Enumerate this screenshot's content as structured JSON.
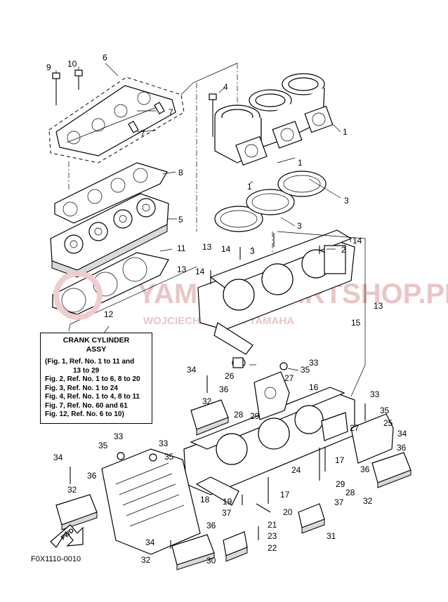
{
  "note": {
    "title_line1": "CRANK CYLINDER",
    "title_line2": "ASSY",
    "lines": [
      "(Fig. 1, Ref. No. 1 to 11 and",
      "13 to 29",
      "Fig. 2, Ref. No. 1 to 6, 8 to 20",
      "Fig. 3, Ref. No. 1 to 24",
      "Fig. 4, Ref. No. 1 to 4, 8 to 11",
      "Fig. 7, Ref. No. 60 and 61",
      "Fig. 12, Ref. No. 6 to 10)"
    ]
  },
  "diagram_code": "F0X1110-0010",
  "watermark": {
    "line1": "YAMAHA-PARTSHOP.PL",
    "line2": "WOJCIECH DEALER YAMAHA",
    "color": "#e9c6c6"
  },
  "fwd_label": "FWD",
  "callouts": [
    {
      "id": "c9",
      "text": "9"
    },
    {
      "id": "c10",
      "text": "10"
    },
    {
      "id": "c6",
      "text": "6"
    },
    {
      "id": "c4",
      "text": "4"
    },
    {
      "id": "c7a",
      "text": "7"
    },
    {
      "id": "c7b",
      "text": "7"
    },
    {
      "id": "c1a",
      "text": "1"
    },
    {
      "id": "c1b",
      "text": "1"
    },
    {
      "id": "c1c",
      "text": "1"
    },
    {
      "id": "c8",
      "text": "8"
    },
    {
      "id": "c3a",
      "text": "3"
    },
    {
      "id": "c3b",
      "text": "3"
    },
    {
      "id": "c5",
      "text": "5"
    },
    {
      "id": "c3c",
      "text": "3"
    },
    {
      "id": "c2",
      "text": "2"
    },
    {
      "id": "c14a",
      "text": "14"
    },
    {
      "id": "c13a",
      "text": "13"
    },
    {
      "id": "c14b",
      "text": "14"
    },
    {
      "id": "c11",
      "text": "11"
    },
    {
      "id": "c13b",
      "text": "13"
    },
    {
      "id": "c14c",
      "text": "14"
    },
    {
      "id": "c13c",
      "text": "13"
    },
    {
      "id": "c15",
      "text": "15"
    },
    {
      "id": "c12",
      "text": "12"
    },
    {
      "id": "c33a",
      "text": "33"
    },
    {
      "id": "c34a",
      "text": "34"
    },
    {
      "id": "c35a",
      "text": "35"
    },
    {
      "id": "c27a",
      "text": "27"
    },
    {
      "id": "c26",
      "text": "26"
    },
    {
      "id": "c16",
      "text": "16"
    },
    {
      "id": "c36a",
      "text": "36"
    },
    {
      "id": "c32a",
      "text": "32"
    },
    {
      "id": "c28a",
      "text": "28"
    },
    {
      "id": "c29a",
      "text": "29"
    },
    {
      "id": "c33b",
      "text": "33"
    },
    {
      "id": "c35b",
      "text": "35"
    },
    {
      "id": "c25",
      "text": "25"
    },
    {
      "id": "c27b",
      "text": "27"
    },
    {
      "id": "c34b",
      "text": "34"
    },
    {
      "id": "c33c",
      "text": "33"
    },
    {
      "id": "c35c",
      "text": "35"
    },
    {
      "id": "c33d",
      "text": "33"
    },
    {
      "id": "c35d",
      "text": "35"
    },
    {
      "id": "c34c",
      "text": "34"
    },
    {
      "id": "c36b",
      "text": "36"
    },
    {
      "id": "c24",
      "text": "24"
    },
    {
      "id": "c17a",
      "text": "17"
    },
    {
      "id": "c36c",
      "text": "36"
    },
    {
      "id": "c29b",
      "text": "29"
    },
    {
      "id": "c28b",
      "text": "28"
    },
    {
      "id": "c32b",
      "text": "32"
    },
    {
      "id": "c32c",
      "text": "32"
    },
    {
      "id": "c18",
      "text": "18"
    },
    {
      "id": "c17b",
      "text": "17"
    },
    {
      "id": "c19",
      "text": "19"
    },
    {
      "id": "c37a",
      "text": "37"
    },
    {
      "id": "c20",
      "text": "20"
    },
    {
      "id": "c37b",
      "text": "37"
    },
    {
      "id": "c21",
      "text": "21"
    },
    {
      "id": "c23",
      "text": "23"
    },
    {
      "id": "c22",
      "text": "22"
    },
    {
      "id": "c36d",
      "text": "36"
    },
    {
      "id": "c31",
      "text": "31"
    },
    {
      "id": "c34d",
      "text": "34"
    },
    {
      "id": "c30",
      "text": "30"
    },
    {
      "id": "c32d",
      "text": "32"
    }
  ]
}
